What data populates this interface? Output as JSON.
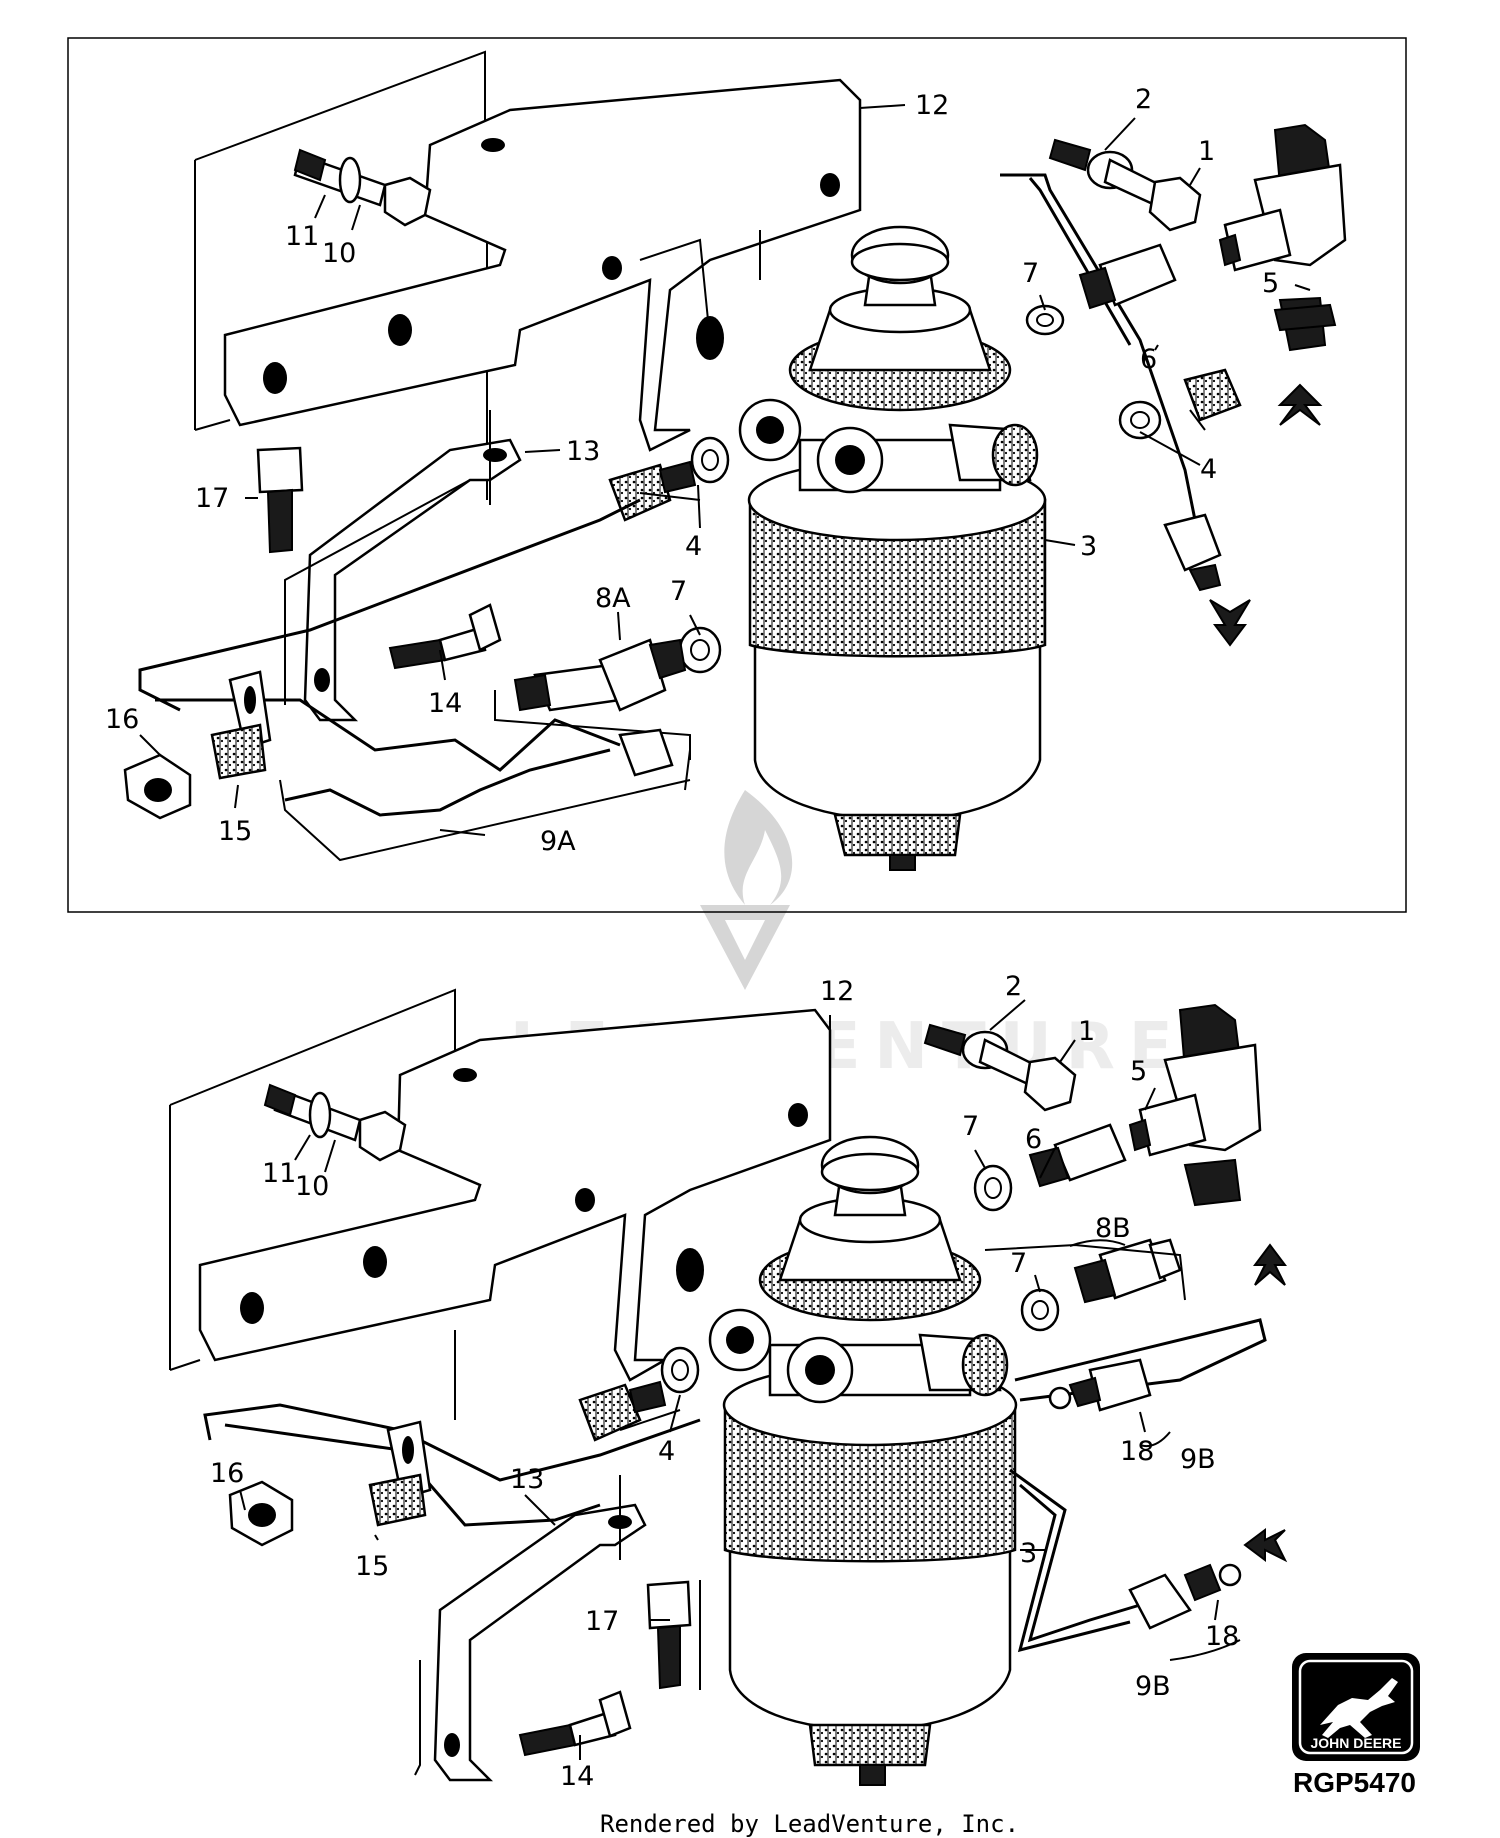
{
  "figure_code": "RGP5470",
  "credit": "Rendered by LeadVenture, Inc.",
  "logo": {
    "brand_text": "JOHN DEERE",
    "icon": "leaping-deer-icon"
  },
  "watermark": {
    "text": "LEADVENTURE",
    "icon": "flame-v-icon"
  },
  "top_view": {
    "callouts": [
      "12",
      "2",
      "1",
      "11",
      "10",
      "7",
      "5",
      "6",
      "4",
      "13",
      "17",
      "4",
      "3",
      "8A",
      "7",
      "14",
      "16",
      "15",
      "9A"
    ]
  },
  "bottom_view": {
    "callouts": [
      "12",
      "2",
      "1",
      "5",
      "11",
      "10",
      "7",
      "6",
      "8B",
      "7",
      "4",
      "18",
      "9B",
      "16",
      "13",
      "15",
      "17",
      "3",
      "18",
      "9B",
      "14"
    ]
  }
}
